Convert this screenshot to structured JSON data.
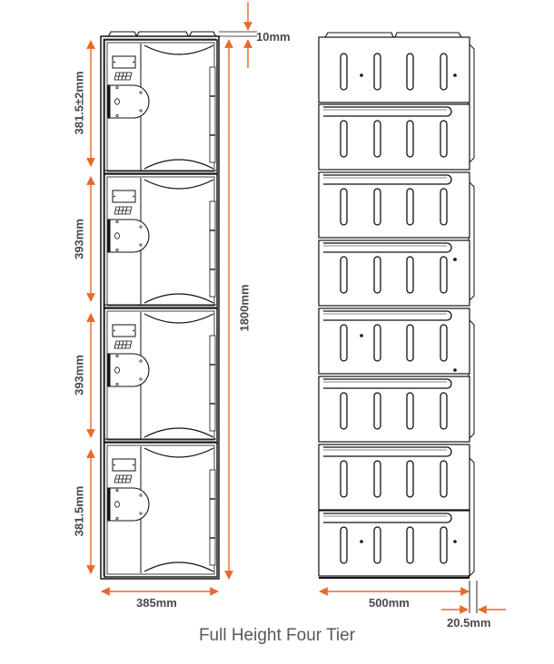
{
  "title": "Full Height Four Tier",
  "colors": {
    "dimension_arrow": "#e8692c",
    "dimension_text": "#4a4a4a",
    "line_art": "#111111",
    "caption": "#555a60",
    "background": "#ffffff"
  },
  "front_view": {
    "tiers": 4,
    "tier_labels": [
      "381.5±2mm",
      "393mm",
      "393mm",
      "381.5mm"
    ],
    "total_height": "1800mm",
    "width": "385mm",
    "top_offset": "10mm"
  },
  "side_view": {
    "depth": "500mm",
    "side_offset": "20.5mm",
    "panels": 8,
    "slots_per_panel": 4
  },
  "dimensions": {
    "top_offset": "10mm",
    "tier1": "381.5±2mm",
    "tier2": "393mm",
    "tier3": "393mm",
    "tier4": "381.5mm",
    "total_height": "1800mm",
    "front_width": "385mm",
    "side_depth": "500mm",
    "side_offset": "20.5mm"
  }
}
